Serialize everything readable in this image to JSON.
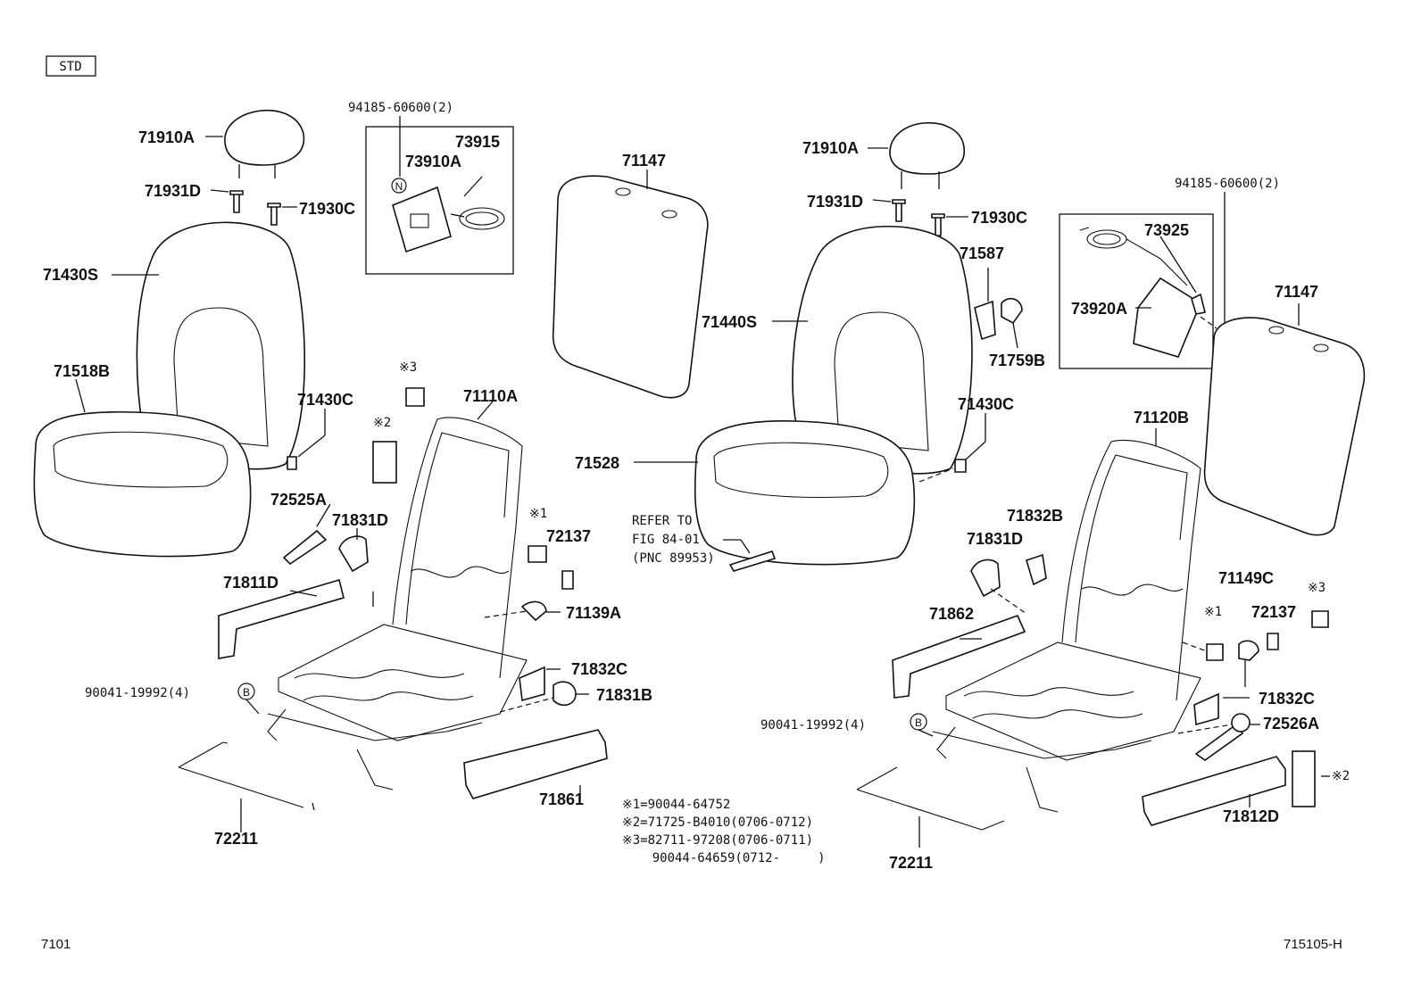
{
  "badge": "STD",
  "marks": {
    "n": "N",
    "b": "B"
  },
  "left": {
    "headrest": "71910A",
    "guide_d": "71931D",
    "guide_c": "71930C",
    "cover_back": "71430S",
    "cover_cushion": "71518B",
    "hook": "71430C",
    "frame": "71110A",
    "note3": "※3",
    "note2": "※2",
    "note1": "※1",
    "lever": "72525A",
    "cover_d": "71831D",
    "stop": "72137",
    "shield_outer": "71811D",
    "cover_a": "71139A",
    "cover_c": "71832C",
    "cover_b": "71831B",
    "bolt": "90041-19992(4)",
    "shield_inner": "71861",
    "rod": "72211",
    "sensor_box": {
      "ref": "94185-60600(2)",
      "sensor": "73910A",
      "harness": "73915"
    }
  },
  "right": {
    "headrest": "71910A",
    "guide_d": "71931D",
    "guide_c": "71930C",
    "pad_center": "71147",
    "cover_back": "71440S",
    "clip": "71587",
    "clip_b": "71759B",
    "hook": "71430C",
    "cushion": "71528",
    "frame": "71120B",
    "cover_b": "71832B",
    "cover_d": "71831D",
    "shield_outer": "71862",
    "cover_c149": "71149C",
    "note1": "※1",
    "note3": "※3",
    "stop": "72137",
    "cover_c": "71832C",
    "lever": "72526A",
    "bolt": "90041-19992(4)",
    "rod": "72211",
    "shield": "71812D",
    "note2": "※2",
    "pad_right": "71147",
    "sensor_box": {
      "ref": "94185-60600(2)",
      "harness": "73925",
      "sensor": "73920A"
    }
  },
  "refer": {
    "line1": "REFER TO",
    "line2": "FIG 84-01",
    "line3": "(PNC 89953)"
  },
  "notes": [
    "※1=90044-64752",
    "※2=71725-B4010(0706-0712)",
    "※3=82711-97208(0706-0711)",
    "    90044-64659(0712-     )"
  ],
  "footer": {
    "left": "7101",
    "right": "715105-H"
  }
}
